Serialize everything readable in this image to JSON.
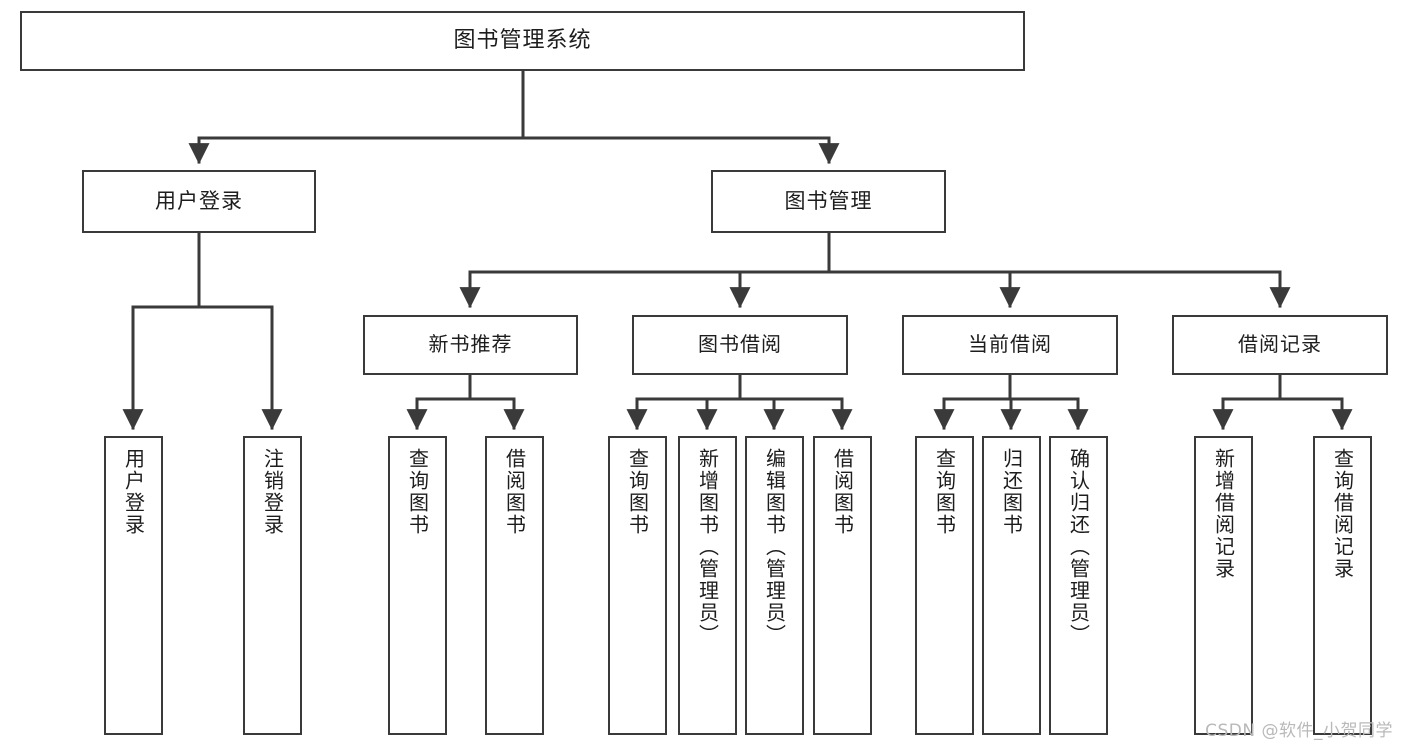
{
  "diagram": {
    "title": "图书管理系统",
    "type": "functional-decomposition-tree",
    "colors": {
      "box_border": "#3a3a3a",
      "box_fill": "#ffffff",
      "connector": "#3a3a3a",
      "text": "#1d1d1d",
      "watermark": "#b9b9b9",
      "background": "#ffffff"
    },
    "root": {
      "label": "图书管理系统"
    },
    "level2": [
      {
        "id": "user-login",
        "label": "用户登录"
      },
      {
        "id": "book-manage",
        "label": "图书管理"
      }
    ],
    "level3": [
      {
        "id": "new-book-recommend",
        "label": "新书推荐"
      },
      {
        "id": "book-borrow",
        "label": "图书借阅"
      },
      {
        "id": "current-borrow",
        "label": "当前借阅"
      },
      {
        "id": "borrow-record",
        "label": "借阅记录"
      }
    ],
    "leaves": [
      {
        "id": "leaf-user-login",
        "parent": "user-login",
        "label": "用户登录"
      },
      {
        "id": "leaf-user-logout",
        "parent": "user-login",
        "label": "注销登录"
      },
      {
        "id": "leaf-query-book-1",
        "parent": "new-book-recommend",
        "label": "查询图书"
      },
      {
        "id": "leaf-borrow-book-1",
        "parent": "new-book-recommend",
        "label": "借阅图书"
      },
      {
        "id": "leaf-query-book-2",
        "parent": "book-borrow",
        "label": "查询图书"
      },
      {
        "id": "leaf-add-book",
        "parent": "book-borrow",
        "label": "新增图书（管理员）"
      },
      {
        "id": "leaf-edit-book",
        "parent": "book-borrow",
        "label": "编辑图书（管理员）"
      },
      {
        "id": "leaf-borrow-book-2",
        "parent": "book-borrow",
        "label": "借阅图书"
      },
      {
        "id": "leaf-query-book-3",
        "parent": "current-borrow",
        "label": "查询图书"
      },
      {
        "id": "leaf-return-book",
        "parent": "current-borrow",
        "label": "归还图书"
      },
      {
        "id": "leaf-confirm-return",
        "parent": "current-borrow",
        "label": "确认归还（管理员）"
      },
      {
        "id": "leaf-add-record",
        "parent": "borrow-record",
        "label": "新增借阅记录"
      },
      {
        "id": "leaf-query-record",
        "parent": "borrow-record",
        "label": "查询借阅记录"
      }
    ],
    "watermark": "CSDN @软件_小贺同学"
  }
}
